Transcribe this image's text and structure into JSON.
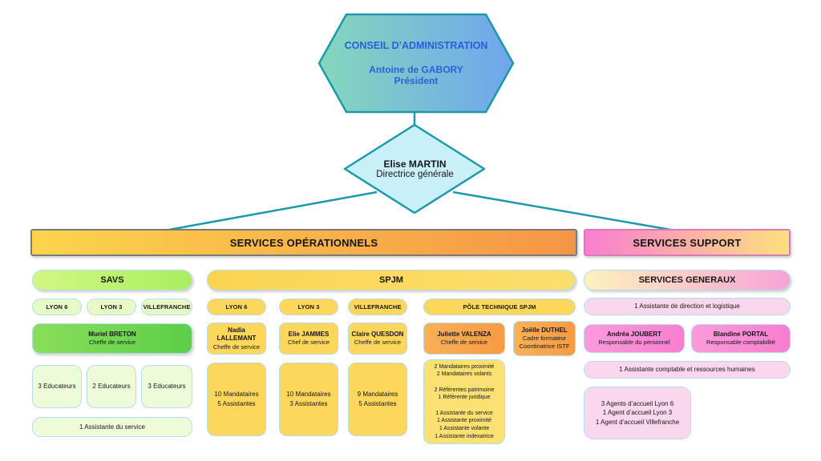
{
  "colors": {
    "teal_stroke": "#1b98ac",
    "hex_gradient_start": "#85d8bb",
    "hex_gradient_end": "#6fa5ee",
    "diamond_fill": "#c9f0f8",
    "operational_gradient_start": "#fcd44c",
    "operational_gradient_end": "#f59547",
    "support_gradient_start": "#f97ecf",
    "support_gradient_end": "#fbe07e",
    "savs_green": "#a9ee5f",
    "spjm_yellow": "#fcd75b",
    "orange": "#f79a43",
    "pink": "#f87ed0",
    "light_pink": "#fbd7ee",
    "light_green": "#eefbd8",
    "blue_text": "#2b5ed8"
  },
  "board": {
    "title": "CONSEIL D’ADMINISTRATION",
    "name": "Antoine de GABORY",
    "role": "Président"
  },
  "director": {
    "name": "Elise MARTIN",
    "role": "Directrice générale"
  },
  "banners": {
    "operational": "SERVICES OPÉRATIONNELS",
    "support": "SERVICES SUPPORT"
  },
  "savs": {
    "title": "SAVS",
    "locations": [
      "LYON 6",
      "LYON 3",
      "VILLEFRANCHE"
    ],
    "chief": {
      "name": "Muriel BRETON",
      "role": "Cheffe de service"
    },
    "teams": [
      "3 Educateurs",
      "2 Educateurs",
      "3 Educateurs"
    ],
    "assistant": "1 Assistante du service"
  },
  "spjm": {
    "title": "SPJM",
    "locations": [
      "LYON 6",
      "LYON 3",
      "VILLEFRANCHE",
      "PÔLE TECHNIQUE SPJM"
    ],
    "chiefs": [
      {
        "name": "Nadia LALLEMANT",
        "role": "Cheffe de service"
      },
      {
        "name": "Elie JAMMES",
        "role": "Chef de service"
      },
      {
        "name": "Claire QUESDON",
        "role": "Cheffe de service"
      },
      {
        "name": "Juliette VALENZA",
        "role": "Cheffe de service"
      },
      {
        "name": "Joëlle DUTHEL",
        "role": "Cadre formateur\nCoordinatrice ISTF"
      }
    ],
    "teams": [
      "10 Mandataires\n5 Assistantes",
      "10 Mandataires\n3 Assistantes",
      "9 Mandataires\n5 Assistantes"
    ],
    "pole_team": "2 Mandataires proximité\n2 Mandataires volants\n\n2 Référentes patrimoine\n1 Référente juridique\n\n1 Assistante du service\n1 Assistante proximité\n1 Assistante volante\n1 Assistante indexatrice"
  },
  "support": {
    "title": "SERVICES GENERAUX",
    "assistant_direction": "1 Assistante de direction et logistique",
    "chiefs": [
      {
        "name": "Andréa JOUBERT",
        "role": "Responsable du personnel"
      },
      {
        "name": "Blandine PORTAL",
        "role": "Responsable comptabilité"
      }
    ],
    "assistant_comptable": "1 Assistante comptable et ressources humaines",
    "accueil": "3 Agents d’accueil Lyon 6\n1 Agent d’accueil Lyon 3\n1 Agent d’accueil Villefranche"
  }
}
